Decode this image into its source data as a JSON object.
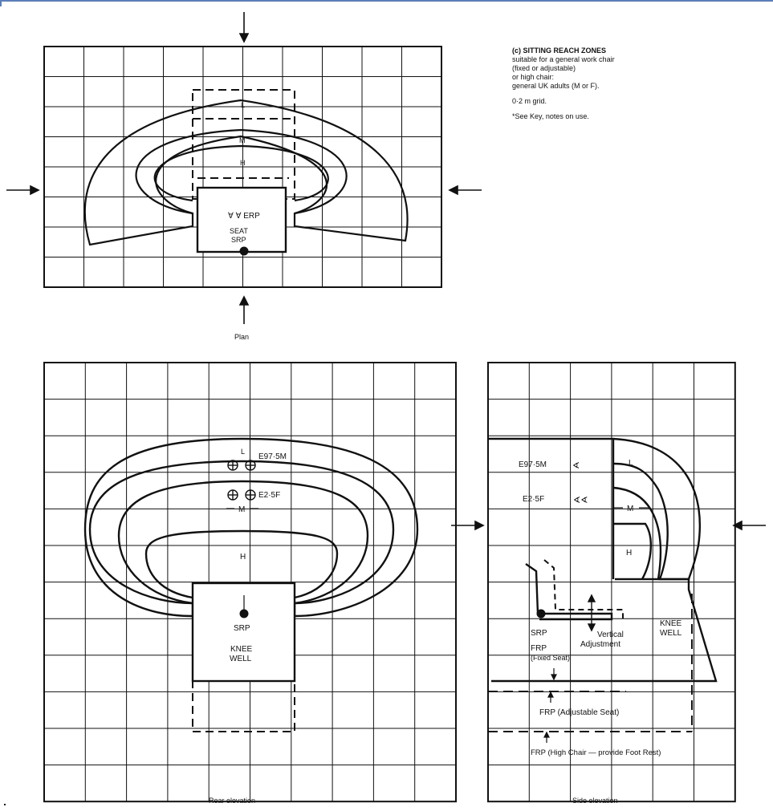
{
  "notes": {
    "title": "(c) SITTING REACH ZONES",
    "lines": [
      "suitable for a general work chair",
      "(fixed or adjustable)",
      "or high chair:",
      "general UK adults (M or F)."
    ],
    "grid": "0·2 m grid.",
    "key": "*See Key, notes on use."
  },
  "plan": {
    "caption": "Plan",
    "zone_l": "L",
    "zone_m": "M",
    "zone_h": "H",
    "erp_symbols": "∀  ∀ ERP",
    "seat": "SEAT",
    "srp": "SRP"
  },
  "rear": {
    "caption": "Rear elevation",
    "zone_l": "L",
    "zone_m": "M",
    "zone_h": "H",
    "e97": "E97·5M",
    "e2": "E2·5F",
    "srp": "SRP",
    "knee": "KNEE",
    "well": "WELL"
  },
  "side": {
    "caption": "Side elevation",
    "zone_l": "L",
    "zone_m": "M",
    "zone_h": "H",
    "e97": "E97·5M",
    "e2": "E2·5F",
    "srp": "SRP",
    "vertical": "Vertical",
    "adjustment": "Adjustment",
    "knee": "KNEE",
    "well": "WELL",
    "frp": "FRP",
    "fixed_seat": "(Fixed Seat)",
    "frp_adjustable": "FRP (Adjustable Seat)",
    "frp_high": "FRP (High Chair — provide Foot Rest)"
  }
}
